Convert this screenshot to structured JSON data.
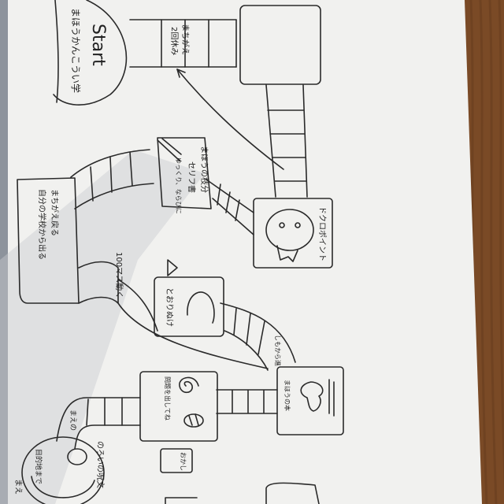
{
  "photo": {
    "colors": {
      "floor": "#7a4a26",
      "floor_dark": "#5c3519",
      "paper": "#f1f1ef",
      "shadow": "#c9ccd0",
      "ink": "#2a2a2a"
    }
  },
  "labels": {
    "start": "Start",
    "start_sub": "まほうかんこうい学",
    "top_tile": "まちがえ",
    "top_tile2": "2回休み",
    "left_box_1": "自分の学校から出る",
    "left_box_2": "まちがえ戻る",
    "center_box_1": "まほうの枝分",
    "center_box_2": "セリフ書",
    "center_box_3": "ゆっくり、ならびに",
    "right_face": "ドクロポイント",
    "ghost_box": "とおりぬけ",
    "mid_box": "100マス動く",
    "lower_box_1": "しもから進",
    "lower_box_2": "問題を出してね",
    "lower_right": "まほうの本",
    "small_box": "おかし",
    "bottom_box_1": "のろいの呪文",
    "bottom_box_2": "目的地まで",
    "bottom_side": "まえ",
    "slide_label": "まえの"
  }
}
